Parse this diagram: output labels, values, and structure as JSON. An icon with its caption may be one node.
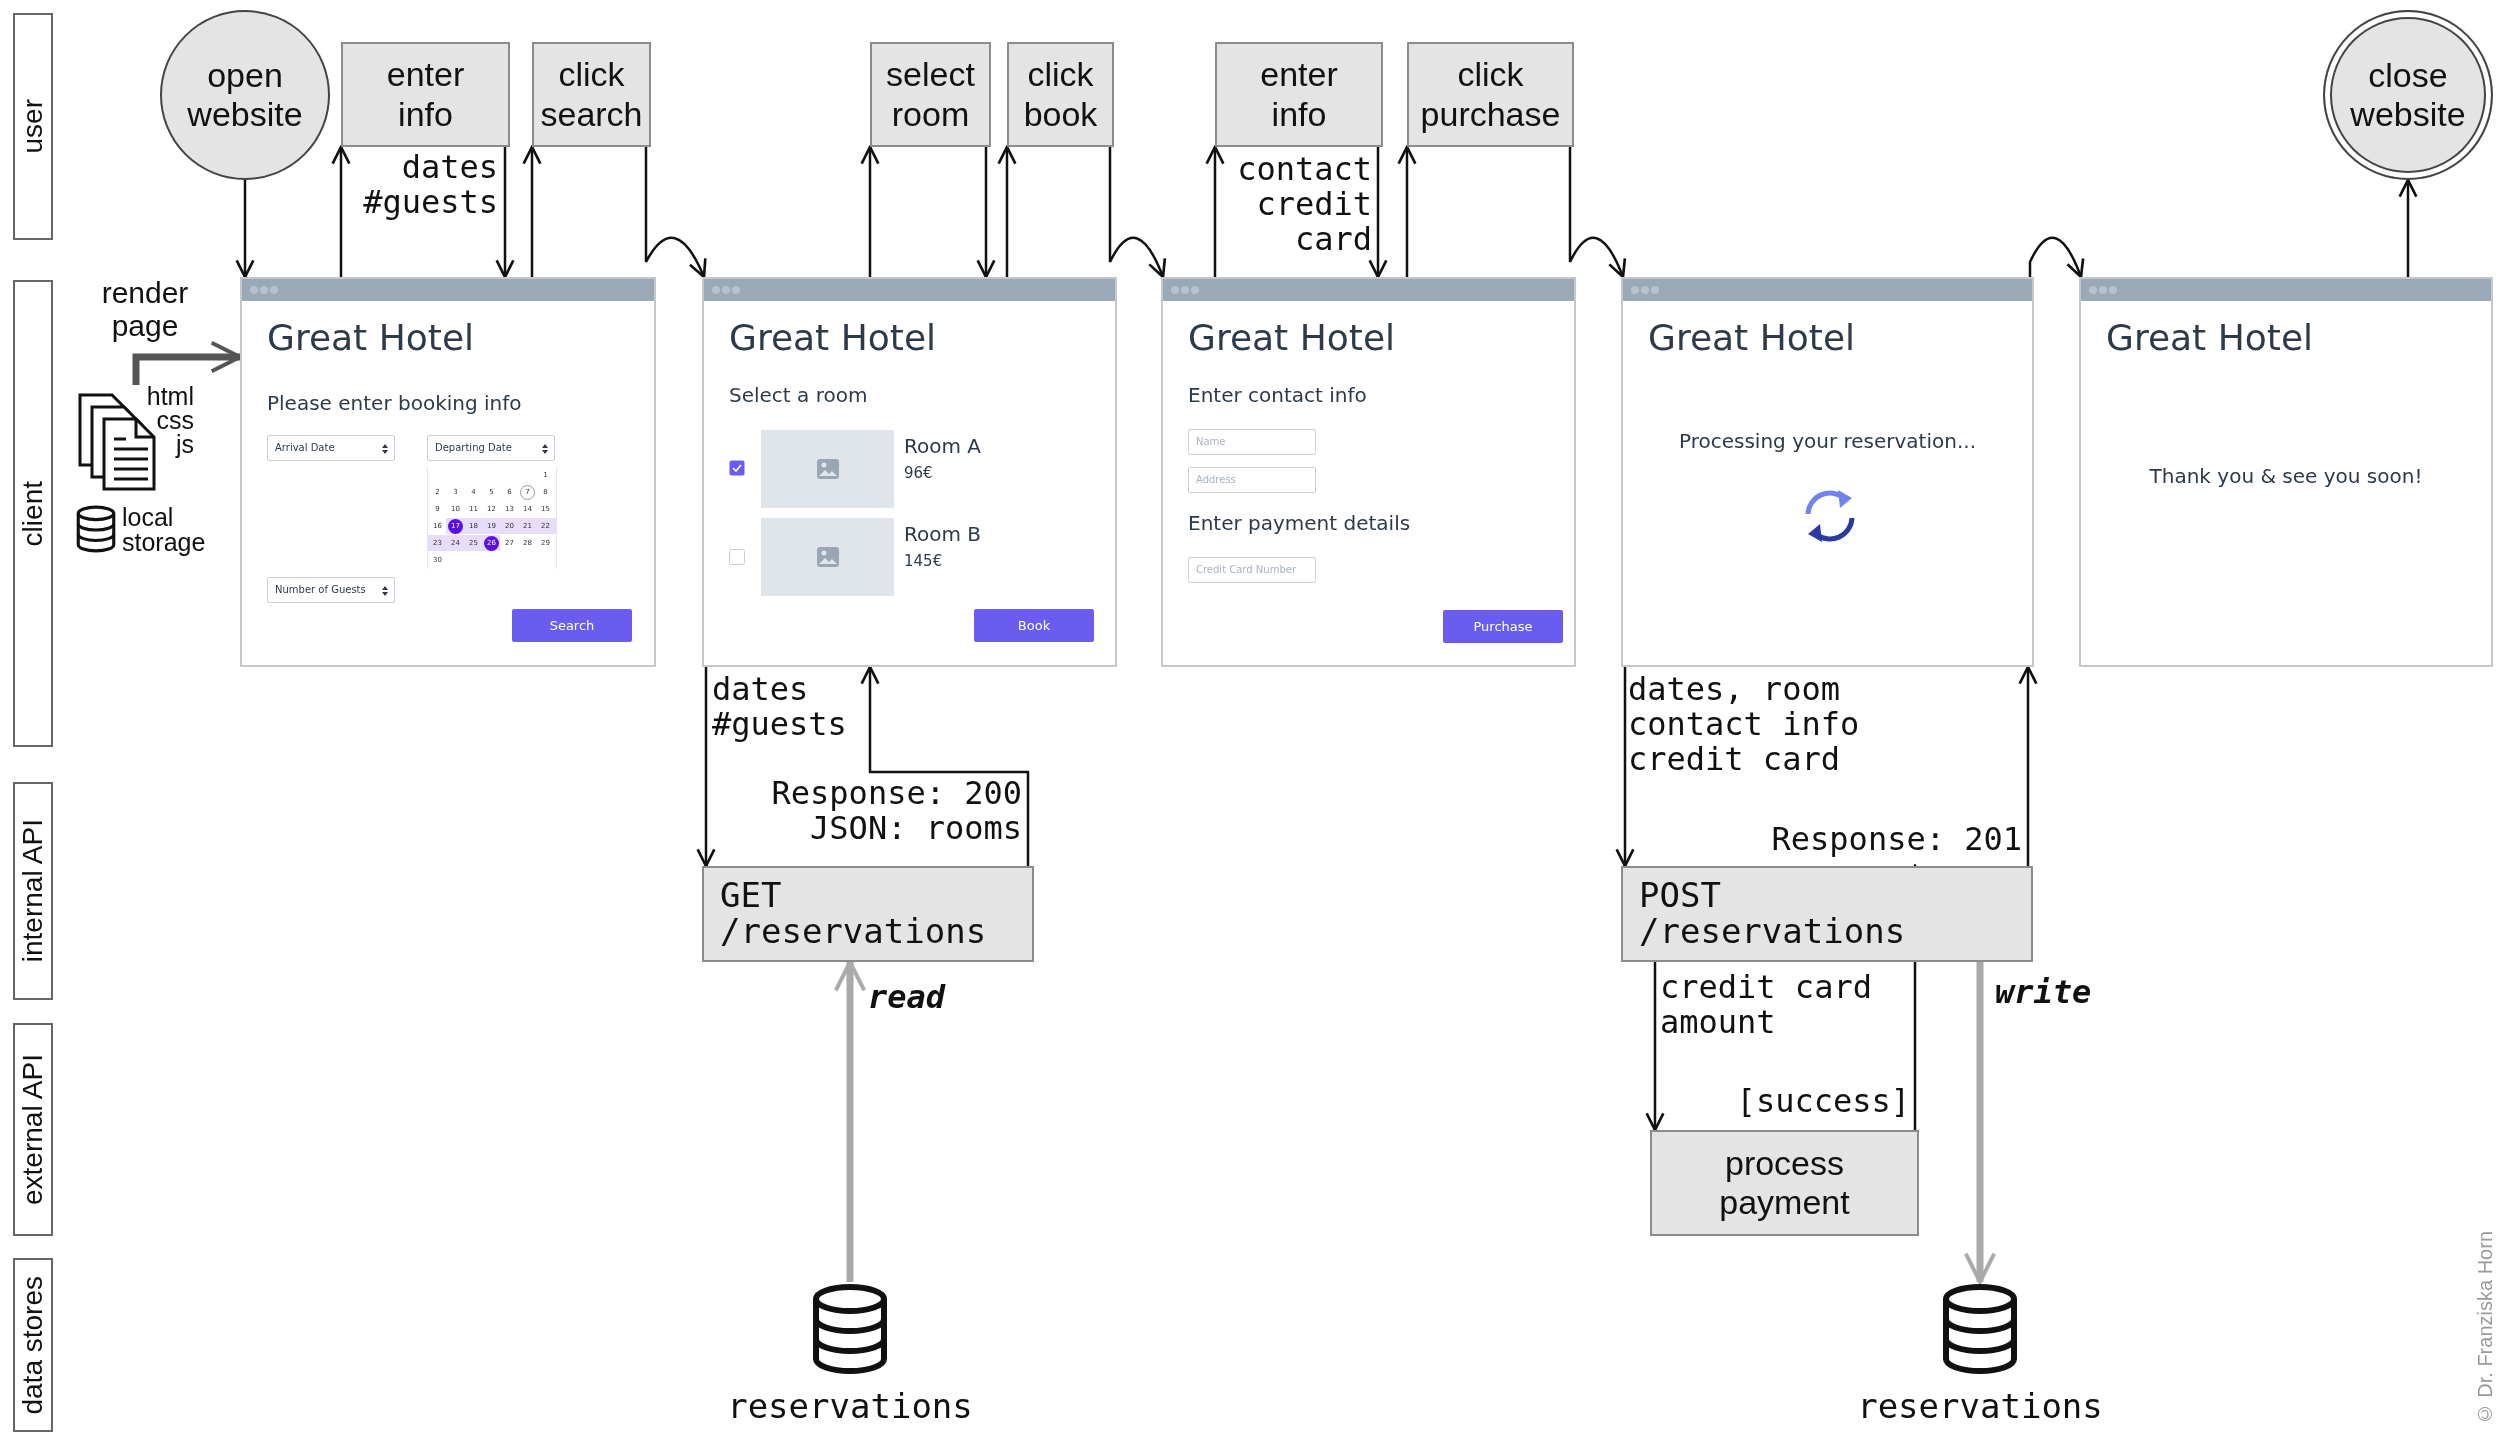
{
  "diagram": {
    "nodes": [
      {
        "text": [
          "user"
        ]
      },
      {
        "text": [
          "client"
        ]
      },
      {
        "text": [
          "internal API"
        ]
      },
      {
        "text": [
          "external API"
        ]
      },
      {
        "text": [
          "data stores"
        ]
      },
      {
        "text": [
          "open website"
        ]
      },
      {
        "text": [
          "enter info"
        ]
      },
      {
        "text": [
          "click search"
        ]
      },
      {
        "text": [
          "select room"
        ]
      },
      {
        "text": [
          "click book"
        ]
      },
      {
        "text": [
          "enter info"
        ]
      },
      {
        "text": [
          "click purchase"
        ]
      },
      {
        "text": [
          "close website"
        ]
      },
      {
        "text": [
          "html css js"
        ]
      },
      {
        "text": [
          "Great Hotel",
          "Please enter booking info",
          "Arrival Date",
          "Departing Date",
          "Number of Guests",
          "Search"
        ]
      },
      {
        "text": [
          "Great Hotel",
          "Select a room",
          "Room A",
          "96€",
          "Room B",
          "145€",
          "Book"
        ]
      },
      {
        "text": [
          "Great Hotel",
          "Enter contact info",
          "Name",
          "Address",
          "Enter payment details",
          "Credit Card Number",
          "Purchase"
        ]
      },
      {
        "text": [
          "Great Hotel",
          "Processing your reservation..."
        ]
      },
      {
        "text": [
          "Great Hotel",
          "Thank you & see you soon!"
        ]
      },
      {
        "text": [
          "GET /reservations"
        ]
      },
      {
        "text": [
          "POST /reservations"
        ]
      },
      {
        "text": [
          "process payment"
        ]
      },
      {
        "text": [
          "reservations"
        ]
      },
      {
        "text": [
          "reservations"
        ]
      }
    ],
    "edges": [
      {
        "from": 5,
        "to": 14,
        "arrow": "to"
      },
      {
        "from": 14,
        "to": 6,
        "arrow": "to"
      },
      {
        "from": 6,
        "to": 14,
        "arrow": "to",
        "label": "dates #guests"
      },
      {
        "from": 14,
        "to": 7,
        "arrow": "to"
      },
      {
        "from": 7,
        "to": 15,
        "arrow": "to"
      },
      {
        "from": 15,
        "to": 8,
        "arrow": "to"
      },
      {
        "from": 8,
        "to": 15,
        "arrow": "to"
      },
      {
        "from": 15,
        "to": 9,
        "arrow": "to"
      },
      {
        "from": 9,
        "to": 16,
        "arrow": "to"
      },
      {
        "from": 16,
        "to": 10,
        "arrow": "to"
      },
      {
        "from": 10,
        "to": 16,
        "arrow": "to",
        "label": "contact credit card"
      },
      {
        "from": 16,
        "to": 11,
        "arrow": "to"
      },
      {
        "from": 11,
        "to": 17,
        "arrow": "to"
      },
      {
        "from": 17,
        "to": 18,
        "arrow": "to"
      },
      {
        "from": 18,
        "to": 12,
        "arrow": "to"
      },
      {
        "from": 13,
        "to": 14,
        "arrow": "to",
        "label": "render page",
        "style": "thick",
        "color": "#555555"
      },
      {
        "from": 15,
        "to": 19,
        "arrow": "to",
        "label": "dates #guests"
      },
      {
        "from": 19,
        "to": 15,
        "arrow": "to",
        "label": "Response: 200 JSON: rooms"
      },
      {
        "from": 22,
        "to": 19,
        "arrow": "to",
        "label": "read",
        "style": "thick",
        "color": "#aaaaaa"
      },
      {
        "from": 17,
        "to": 20,
        "arrow": "to",
        "label": "dates, room contact info credit card"
      },
      {
        "from": 20,
        "to": 17,
        "arrow": "to",
        "label": "Response: 201"
      },
      {
        "from": 20,
        "to": 21,
        "arrow": "to",
        "label": "credit card amount"
      },
      {
        "from": 21,
        "to": 20,
        "arrow": "to",
        "label": "[success]"
      },
      {
        "from": 20,
        "to": 23,
        "arrow": "to",
        "label": "write",
        "style": "thick",
        "color": "#aaaaaa"
      }
    ],
    "labels": [
      "local storage",
      "1",
      "2",
      "3",
      "4",
      "5",
      "6",
      "7",
      "8",
      "9",
      "10",
      "11",
      "12",
      "13",
      "14",
      "15",
      "16",
      "17",
      "18",
      "19",
      "20",
      "21",
      "22",
      "23",
      "24",
      "25",
      "26",
      "27",
      "28",
      "29",
      "30",
      "© Dr. Franziska Horn"
    ]
  }
}
